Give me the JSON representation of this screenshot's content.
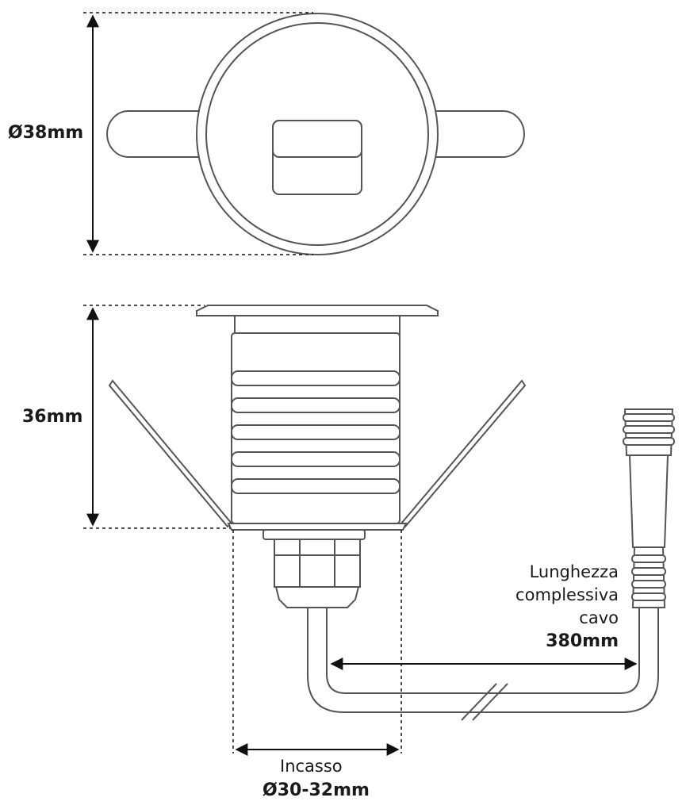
{
  "dimensions": {
    "diameter": "Ø38mm",
    "height": "36mm"
  },
  "cable": {
    "line1": "Lunghezza",
    "line2": "complessiva",
    "line3": "cavo",
    "length": "380mm"
  },
  "recess": {
    "label": "Incasso",
    "diameter": "Ø30-32mm"
  },
  "colors": {
    "outline": "#555555",
    "dimension": "#111111"
  }
}
